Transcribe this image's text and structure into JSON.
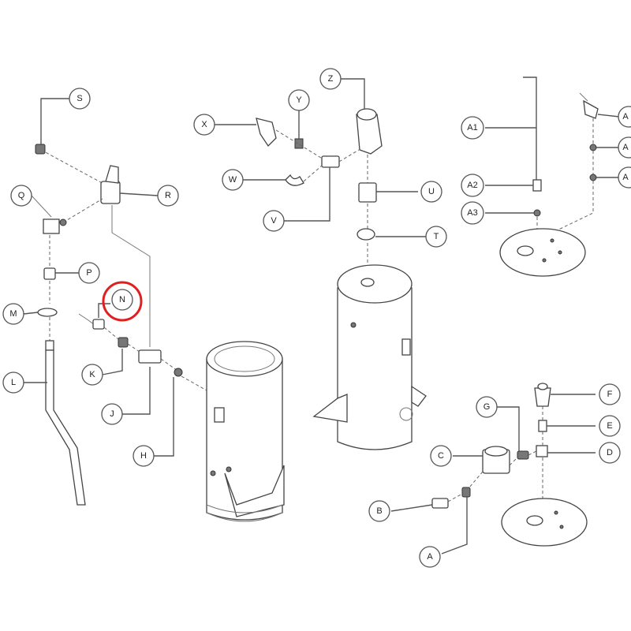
{
  "diagram": {
    "highlight_color": "#e02020",
    "highlighted_label": "N",
    "callouts": {
      "A": "A",
      "B": "B",
      "C": "C",
      "D": "D",
      "E": "E",
      "F": "F",
      "G": "G",
      "H": "H",
      "J": "J",
      "K": "K",
      "L": "L",
      "M": "M",
      "N": "N",
      "P": "P",
      "Q": "Q",
      "R": "R",
      "S": "S",
      "T": "T",
      "U": "U",
      "V": "V",
      "W": "W",
      "X": "X",
      "Y": "Y",
      "Z": "Z",
      "A1": "A1",
      "A2": "A2",
      "A3": "A3",
      "Ra": "A",
      "Rb": "A",
      "Rc": "A"
    }
  }
}
